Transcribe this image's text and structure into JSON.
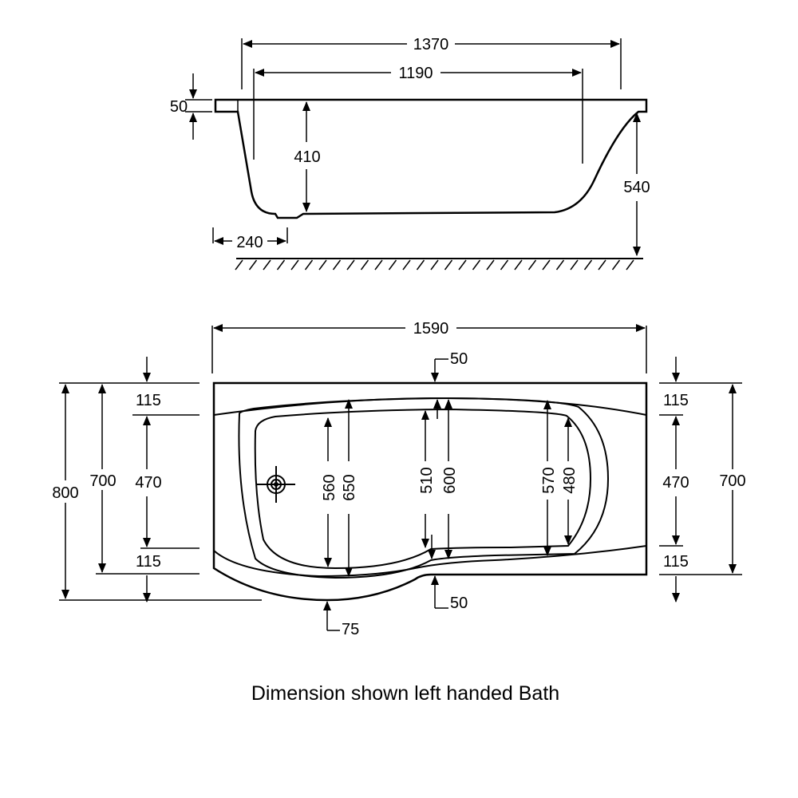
{
  "side_view": {
    "overall_length": "1370",
    "inner_length": "1190",
    "rim_thickness": "50",
    "inner_depth": "410",
    "height_to_floor": "540",
    "waste_offset": "240"
  },
  "plan_view": {
    "overall_length": "1590",
    "top_rim": "50",
    "bottom_rim": "50",
    "left_top_margin": "115",
    "left_bottom_margin": "115",
    "right_top_margin": "115",
    "right_bottom_margin": "115",
    "overall_width": "800",
    "left_width": "700",
    "right_width": "700",
    "left_inner_span": "470",
    "right_inner_span": "470",
    "basin_left_inner": "560",
    "basin_left_outer": "650",
    "basin_mid_inner": "510",
    "basin_mid_outer": "600",
    "basin_right_outer": "570",
    "basin_right_inner": "480",
    "curve_offset": "75"
  },
  "caption": "Dimension shown left handed Bath"
}
